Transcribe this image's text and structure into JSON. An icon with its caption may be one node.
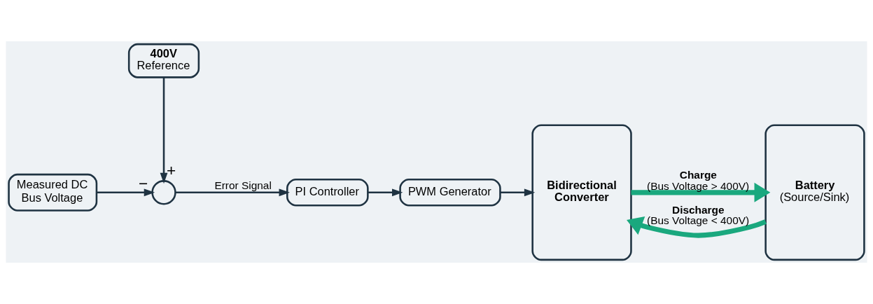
{
  "diagram": {
    "nodes": [
      {
        "text": [
          "Measured DC Bus Voltage"
        ]
      },
      {
        "text": [],
        "shape": "circle"
      },
      {
        "text": [
          "400V",
          "Reference"
        ]
      },
      {
        "text": [
          "PI Controller"
        ]
      },
      {
        "text": [
          "PWM Generator"
        ]
      },
      {
        "text": [
          "Bidirectional Converter"
        ]
      },
      {
        "text": [
          "Battery",
          "(Source/Sink)"
        ]
      }
    ],
    "edges": [
      {
        "from": 0,
        "to": 1,
        "arrow": "to",
        "label": "−"
      },
      {
        "from": 2,
        "to": 1,
        "arrow": "to",
        "label": "+"
      },
      {
        "from": 1,
        "to": 3,
        "arrow": "to",
        "label": "Error Signal"
      },
      {
        "from": 3,
        "to": 4,
        "arrow": "to"
      },
      {
        "from": 4,
        "to": 5,
        "arrow": "to"
      },
      {
        "from": 5,
        "to": 6,
        "arrow": "to",
        "label": "**Charge** (Bus Voltage > 400V)",
        "style": "thick",
        "color": "#1aa87e"
      },
      {
        "from": 6,
        "to": 5,
        "arrow": "to",
        "label": "**Discharge** (Bus Voltage < 400V)",
        "style": "thick",
        "color": "#1aa87e"
      }
    ]
  }
}
